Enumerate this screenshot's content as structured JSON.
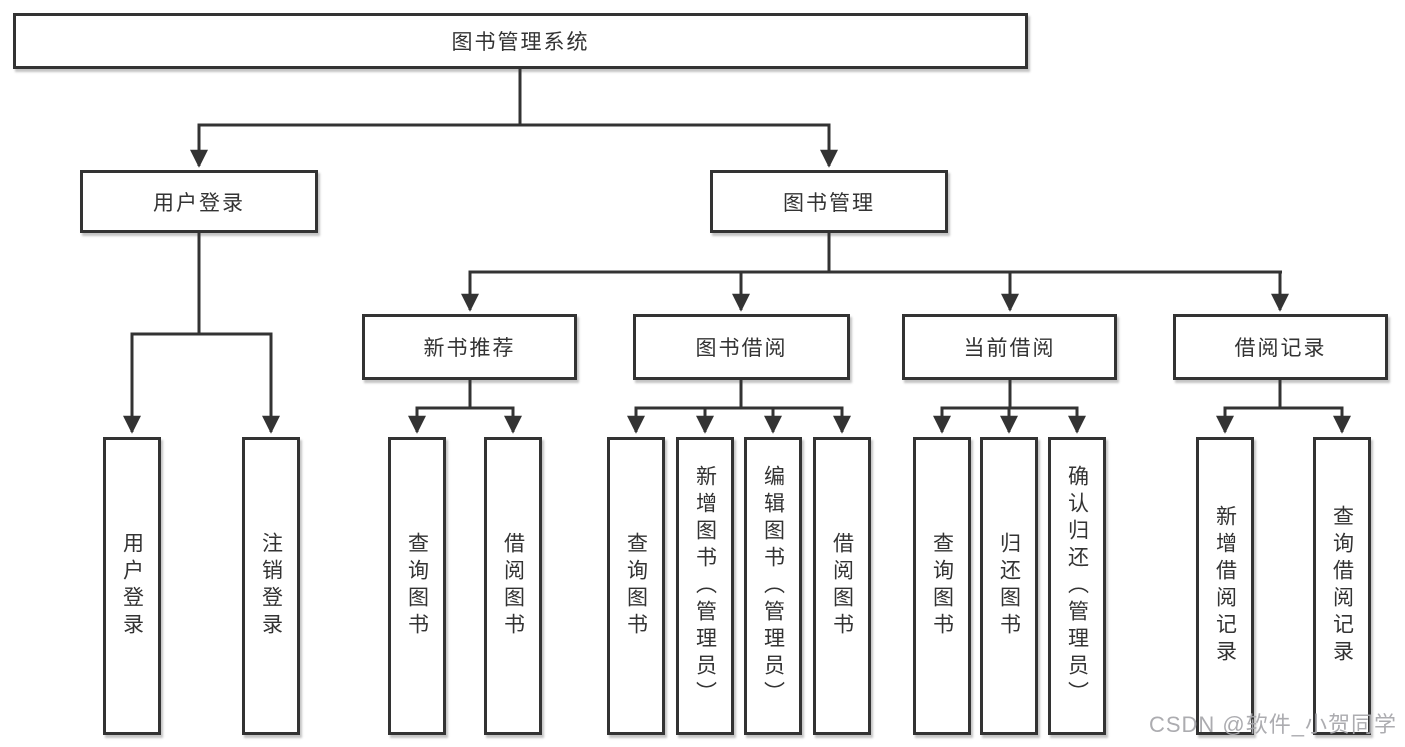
{
  "diagram": {
    "root": "图书管理系统",
    "level2": {
      "login": "用户登录",
      "manage": "图书管理"
    },
    "level3": {
      "recommend": "新书推荐",
      "borrow": "图书借阅",
      "current": "当前借阅",
      "records": "借阅记录"
    },
    "leaves": {
      "login": [
        "用户登录",
        "注销登录"
      ],
      "recommend": [
        "查询图书",
        "借阅图书"
      ],
      "borrow": [
        "查询图书",
        "新增图书（管理员）",
        "编辑图书（管理员）",
        "借阅图书"
      ],
      "current": [
        "查询图书",
        "归还图书",
        "确认归还（管理员）"
      ],
      "records": [
        "新增借阅记录",
        "查询借阅记录"
      ]
    }
  },
  "watermark": "CSDN @软件_小贺同学",
  "colors": {
    "line": "#333333",
    "box_border": "#333333",
    "text": "#333333",
    "watermark": "#a8a8ac",
    "background": "#ffffff"
  }
}
